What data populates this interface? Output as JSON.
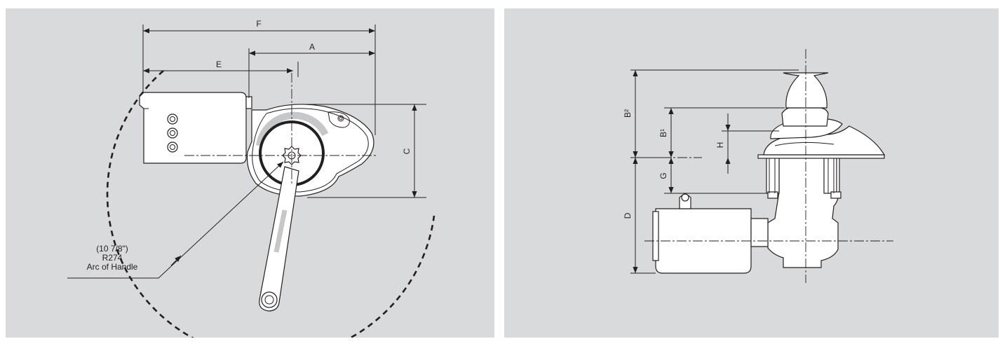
{
  "left_view": {
    "dimensions": {
      "F": "F",
      "A": "A",
      "E": "E",
      "C": "C"
    },
    "handle_note": {
      "line1": "(10 7/8\")",
      "line2": "R274",
      "line3": "Arc of Handle"
    }
  },
  "right_view": {
    "dimensions": {
      "B2": "B²",
      "B1": "B¹",
      "H": "H",
      "G": "G",
      "D": "D"
    }
  }
}
